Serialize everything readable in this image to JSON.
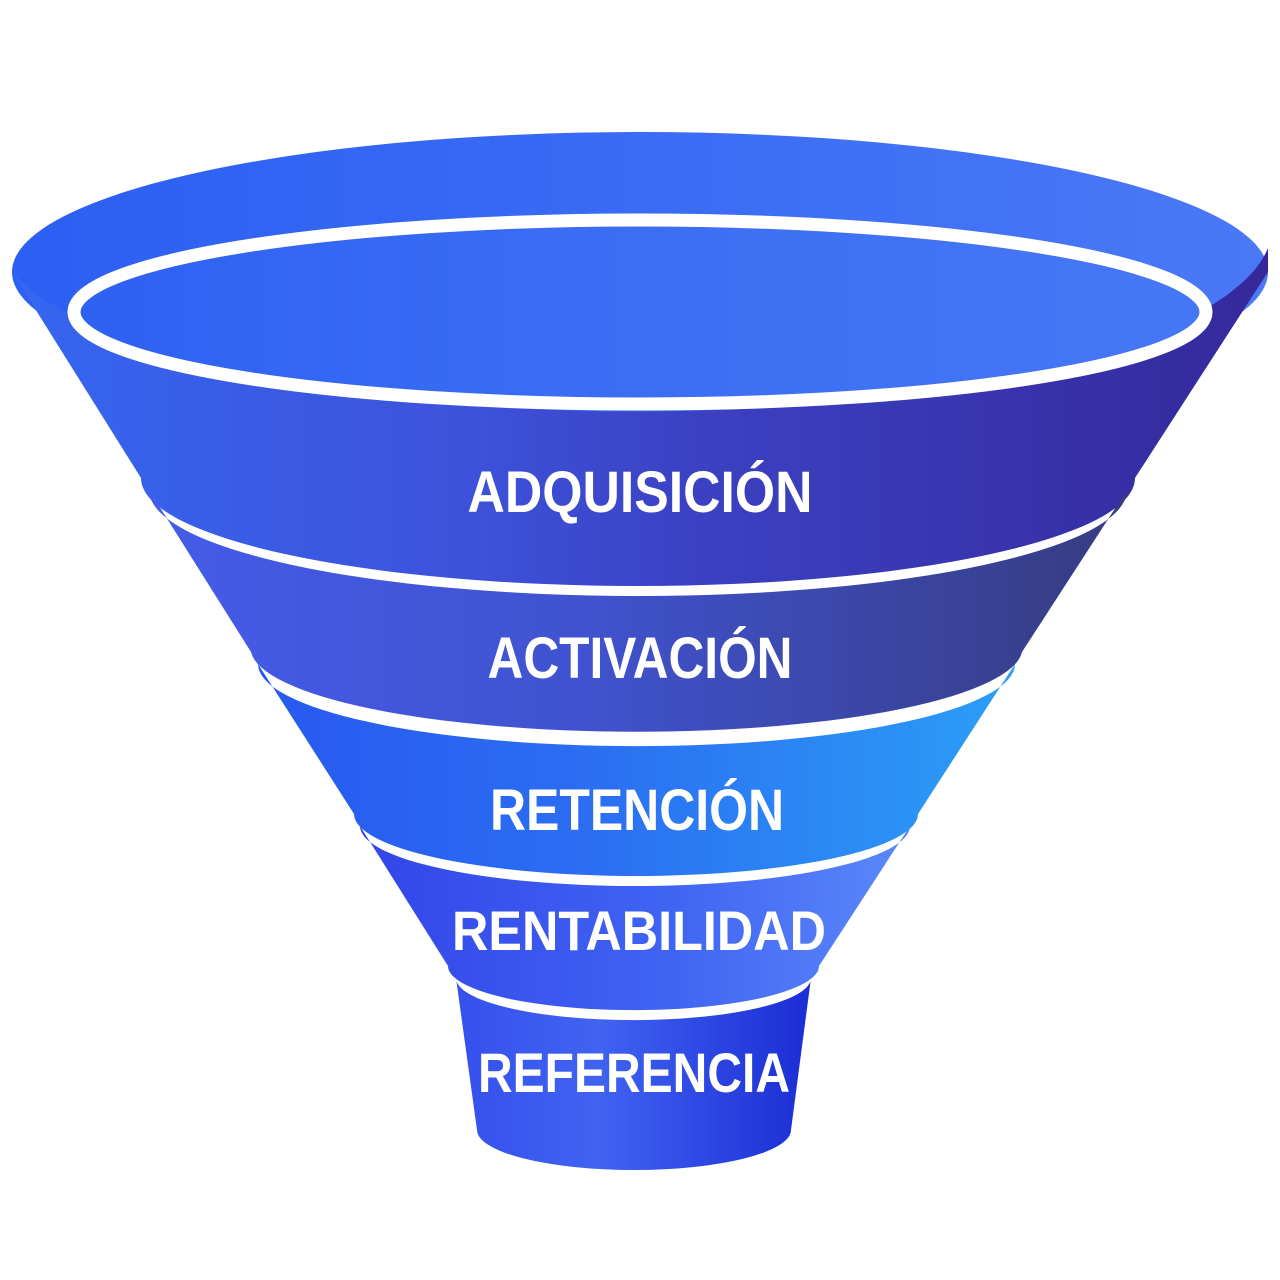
{
  "diagram": {
    "type": "marketing-funnel",
    "background": "#ffffff",
    "separator_color": "#ffffff",
    "label_color": "#ffffff",
    "bowl": {
      "top_colors": [
        "#2C5FF2",
        "#3A6BF4",
        "#4A79F6"
      ],
      "inner_colors": [
        "#2E61F2",
        "#3C6EF4",
        "#4577F5"
      ]
    },
    "stages": [
      {
        "label": "ADQUISICIÓN",
        "colors": [
          "#3566F0",
          "#3D53DC",
          "#3B41C2",
          "#35289B"
        ]
      },
      {
        "label": "ACTIVACIÓN",
        "colors": [
          "#455CEA",
          "#4052CE",
          "#363C80"
        ]
      },
      {
        "label": "RETENCIÓN",
        "colors": [
          "#2758EF",
          "#2B6FF2",
          "#2B9FF6"
        ]
      },
      {
        "label": "RENTABILIDAD",
        "colors": [
          "#3345E8",
          "#3F63F2",
          "#5C88FA"
        ]
      },
      {
        "label": "REFERENCIA",
        "colors": [
          "#3550EC",
          "#4063F1",
          "#1B2DD4"
        ]
      }
    ]
  }
}
